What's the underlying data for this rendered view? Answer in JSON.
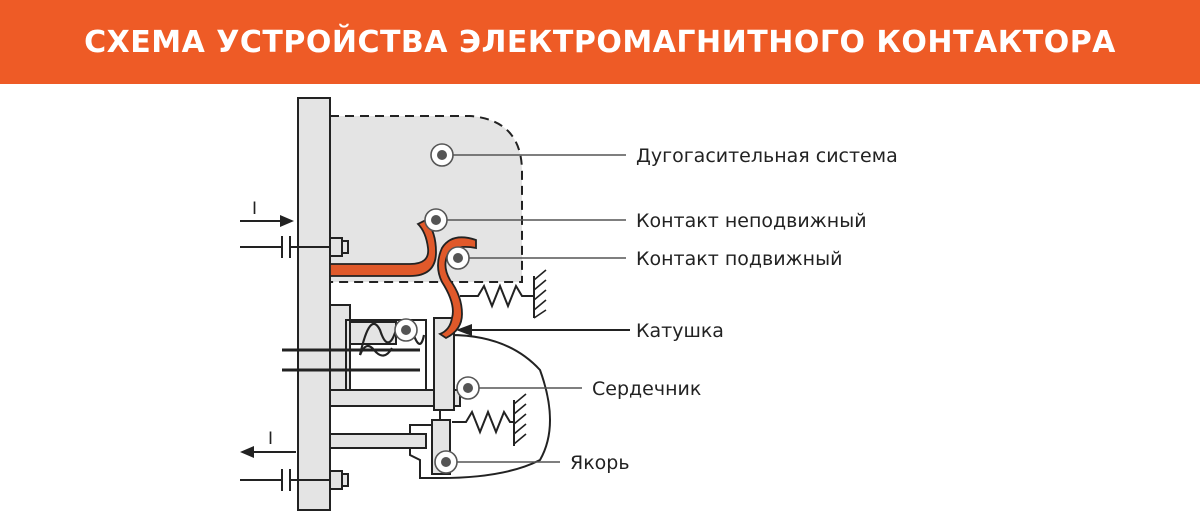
{
  "title": "СХЕМА УСТРОЙСТВА ЭЛЕКТРОМАГНИТНОГО КОНТАКТОРА",
  "colors": {
    "banner": "#ee5b26",
    "accent": "#e0592a",
    "line": "#222222",
    "fill": "#e4e4e4",
    "marker": "#555555"
  },
  "current_symbol_in": "I",
  "current_symbol_out": "I",
  "labels": {
    "arc_system": "Дугогасительная система",
    "fixed_contact": "Контакт неподвижный",
    "moving_contact": "Контакт подвижный",
    "coil": "Катушка",
    "core": "Сердечник",
    "armature": "Якорь"
  }
}
